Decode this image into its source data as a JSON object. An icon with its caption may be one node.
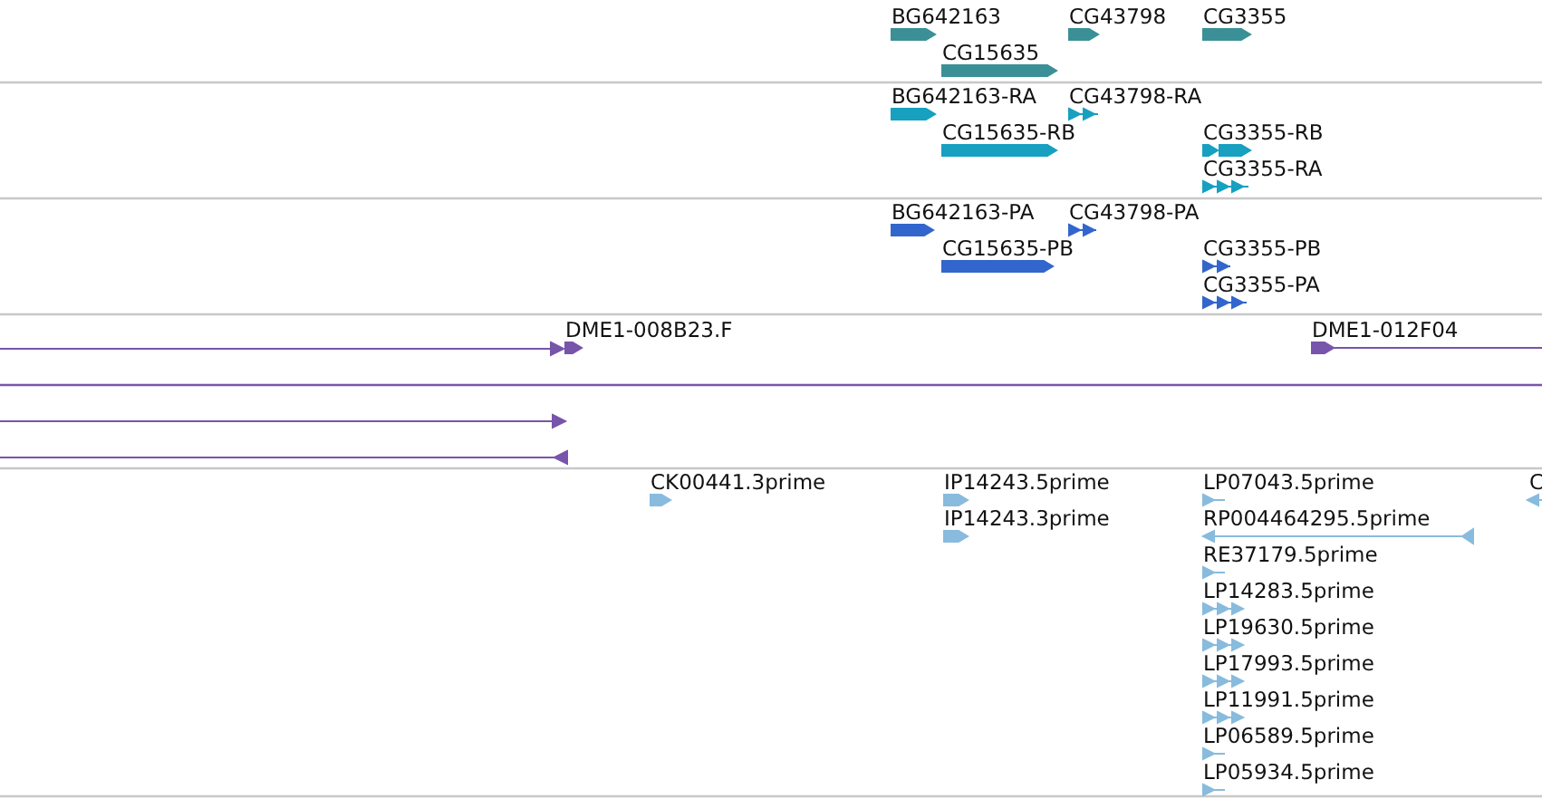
{
  "diagram": {
    "labels": [
      "BG642163",
      "CG43798",
      "CG3355",
      "CG15635",
      "BG642163-RA",
      "CG43798-RA",
      "CG15635-RB",
      "CG3355-RB",
      "CG3355-RA",
      "BG642163-PA",
      "CG43798-PA",
      "CG15635-PB",
      "CG3355-PB",
      "CG3355-PA",
      "DME1-008B23.F",
      "DME1-012F04",
      "CK00441.3prime",
      "IP14243.5prime",
      "LP07043.5prime",
      "C",
      "IP14243.3prime",
      "RP004464295.5prime",
      "RE37179.5prime",
      "LP14283.5prime",
      "LP19630.5prime",
      "LP17993.5prime",
      "LP11991.5prime",
      "LP06589.5prime",
      "LP05934.5prime"
    ]
  }
}
